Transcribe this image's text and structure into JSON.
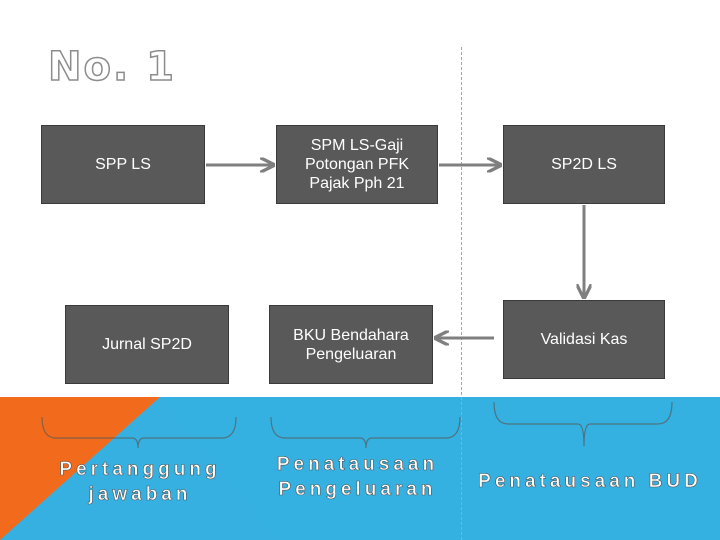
{
  "slide": {
    "title": "No. 1",
    "colors": {
      "box_fill": "#595959",
      "band_orange": "#f26b1d",
      "band_blue": "#35b0e0",
      "arrow": "#7f7f7f"
    }
  },
  "diagram": {
    "nodes": {
      "spp_ls": "SPP LS",
      "spm_ls": "SPM LS-Gaji\nPotongan PFK\nPajak Pph 21",
      "sp2d_ls": "SP2D LS",
      "validasi_kas": "Validasi Kas",
      "bku_bendahara": "BKU Bendahara\nPengeluaran",
      "jurnal_sp2d": "Jurnal SP2D"
    },
    "edges": [
      {
        "from": "spp_ls",
        "to": "spm_ls"
      },
      {
        "from": "spm_ls",
        "to": "sp2d_ls"
      },
      {
        "from": "sp2d_ls",
        "to": "validasi_kas"
      },
      {
        "from": "validasi_kas",
        "to": "bku_bendahara"
      }
    ]
  },
  "sections": {
    "pertanggungjawaban": "Pertanggung\njawaban",
    "penatausaan_pengeluaran": "Penatausaan\nPengeluaran",
    "penatausaan_bud": "Penatausaan BUD"
  }
}
